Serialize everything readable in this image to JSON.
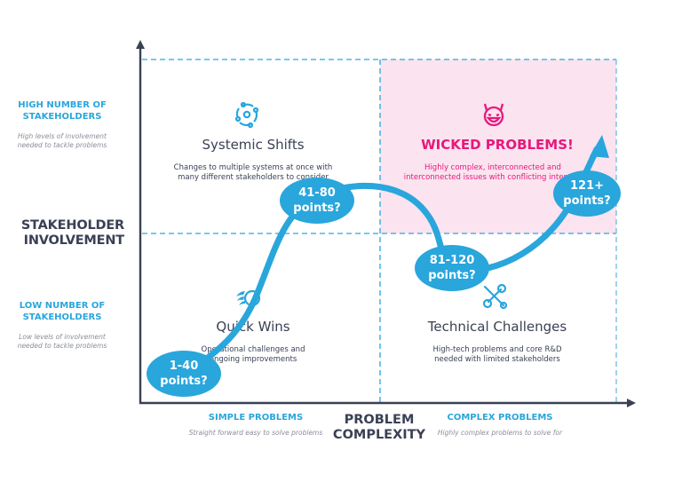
{
  "y_axis": {
    "title_line1": "STAKEHOLDER",
    "title_line2": "INVOLVEMENT",
    "high": {
      "label_line1": "HIGH NUMBER OF",
      "label_line2": "STAKEHOLDERS",
      "desc_line1": "High levels of involvement",
      "desc_line2": "needed to tackle problems"
    },
    "low": {
      "label_line1": "LOW NUMBER OF",
      "label_line2": "STAKEHOLDERS",
      "desc_line1": "Low levels of involvement",
      "desc_line2": "needed to tackle problems"
    }
  },
  "x_axis": {
    "title_line1": "PROBLEM",
    "title_line2": "COMPLEXITY",
    "simple": {
      "label": "SIMPLE PROBLEMS",
      "desc": "Straight forward easy to solve problems"
    },
    "complex": {
      "label": "COMPLEX PROBLEMS",
      "desc": "Highly complex problems to solve for"
    }
  },
  "quadrants": {
    "top_left": {
      "icon": "network-cycle-icon",
      "title": "Systemic Shifts",
      "desc_line1": "Changes to multiple systems at once with",
      "desc_line2": "many different stakeholders to consider"
    },
    "top_right": {
      "icon": "devil-face-icon",
      "title": "WICKED PROBLEMS!",
      "desc_line1": "Highly complex, interconnected and",
      "desc_line2": "interconnected issues with conflicting interests"
    },
    "bottom_left": {
      "icon": "rocket-icon",
      "title": "Quick Wins",
      "desc_line1": "Operational challenges and",
      "desc_line2": "ongoing improvements"
    },
    "bottom_right": {
      "icon": "wrench-screwdriver-icon",
      "title": "Technical Challenges",
      "desc_line1": "High-tech problems and core R&D",
      "desc_line2": "needed with limited stakeholders"
    }
  },
  "bubbles": [
    {
      "line1": "1-40",
      "line2": "points?"
    },
    {
      "line1": "41-80",
      "line2": "points?"
    },
    {
      "line1": "81-120",
      "line2": "points?"
    },
    {
      "line1": "121+",
      "line2": "points?"
    }
  ],
  "colors": {
    "accent_blue": "#29a6dc",
    "wicked_pink": "#e6197d",
    "wicked_bg": "#fbe3ef",
    "axis_dark": "#3a4155",
    "muted_gray": "#8a8e99"
  }
}
